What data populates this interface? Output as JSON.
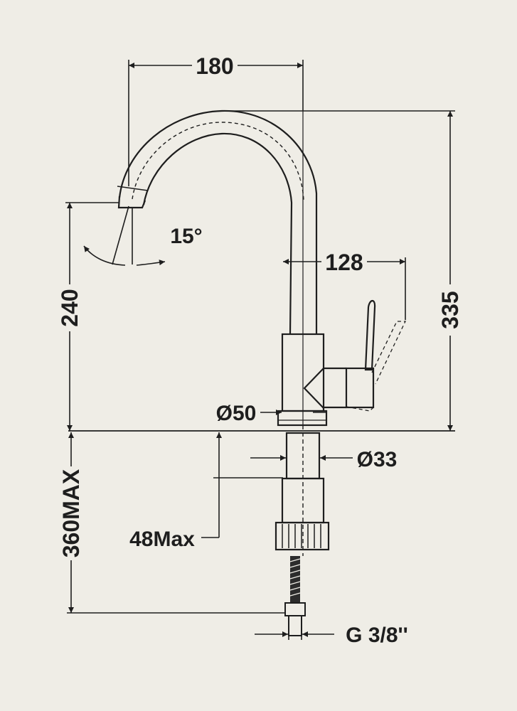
{
  "dimensions": {
    "width_top": "180",
    "angle": "15°",
    "handle_reach": "128",
    "height_total": "335",
    "spout_height": "240",
    "base_diameter": "Ø50",
    "shank_diameter": "Ø33",
    "mount_depth": "360MAX",
    "deck_thickness": "48Max",
    "thread": "G 3/8''"
  }
}
